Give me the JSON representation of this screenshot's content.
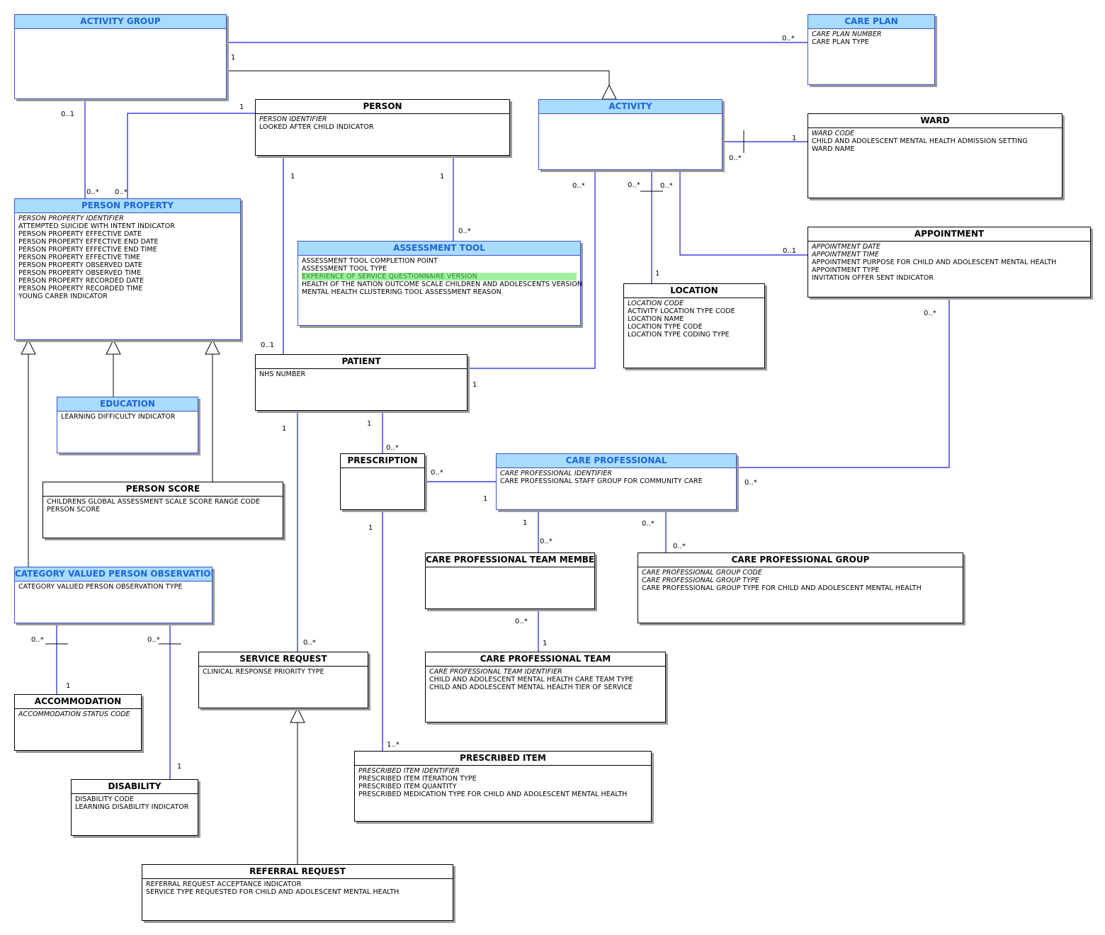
{
  "entities": {
    "activity_group": {
      "name": "ACTIVITY GROUP",
      "attributes": []
    },
    "care_plan": {
      "name": "CARE PLAN",
      "attributes": [
        {
          "text": "CARE PLAN NUMBER",
          "key": true
        },
        {
          "text": "CARE PLAN TYPE"
        }
      ]
    },
    "person": {
      "name": "PERSON",
      "attributes": [
        {
          "text": "PERSON IDENTIFIER",
          "key": true
        },
        {
          "text": "LOOKED AFTER CHILD INDICATOR"
        }
      ]
    },
    "activity": {
      "name": "ACTIVITY",
      "attributes": []
    },
    "ward": {
      "name": "WARD",
      "attributes": [
        {
          "text": "WARD CODE",
          "key": true
        },
        {
          "text": "CHILD AND ADOLESCENT MENTAL HEALTH ADMISSION SETTING"
        },
        {
          "text": "WARD NAME"
        }
      ]
    },
    "person_property": {
      "name": "PERSON PROPERTY",
      "attributes": [
        {
          "text": "PERSON PROPERTY IDENTIFIER",
          "key": true
        },
        {
          "text": "ATTEMPTED SUICIDE WITH INTENT INDICATOR"
        },
        {
          "text": "PERSON PROPERTY EFFECTIVE DATE"
        },
        {
          "text": "PERSON PROPERTY EFFECTIVE END DATE"
        },
        {
          "text": "PERSON PROPERTY EFFECTIVE END TIME"
        },
        {
          "text": "PERSON PROPERTY EFFECTIVE TIME"
        },
        {
          "text": "PERSON PROPERTY OBSERVED DATE"
        },
        {
          "text": "PERSON PROPERTY OBSERVED TIME"
        },
        {
          "text": "PERSON PROPERTY RECORDED DATE"
        },
        {
          "text": "PERSON PROPERTY RECORDED TIME"
        },
        {
          "text": "YOUNG CARER INDICATOR"
        }
      ]
    },
    "assessment_tool": {
      "name": "ASSESSMENT TOOL",
      "attributes": [
        {
          "text": "ASSESSMENT TOOL COMPLETION POINT"
        },
        {
          "text": "ASSESSMENT TOOL TYPE"
        },
        {
          "text": "EXPERIENCE OF SERVICE QUESTIONNAIRE VERSION",
          "highlight": true
        },
        {
          "text": "HEALTH OF THE NATION OUTCOME SCALE CHILDREN AND ADOLESCENTS VERSION"
        },
        {
          "text": "MENTAL HEALTH CLUSTERING TOOL ASSESSMENT REASON"
        }
      ]
    },
    "appointment": {
      "name": "APPOINTMENT",
      "attributes": [
        {
          "text": "APPOINTMENT DATE",
          "key": true
        },
        {
          "text": "APPOINTMENT TIME",
          "key": true
        },
        {
          "text": "APPOINTMENT PURPOSE FOR CHILD AND ADOLESCENT MENTAL HEALTH"
        },
        {
          "text": "APPOINTMENT TYPE"
        },
        {
          "text": "INVITATION OFFER SENT INDICATOR"
        }
      ]
    },
    "location": {
      "name": "LOCATION",
      "attributes": [
        {
          "text": "LOCATION CODE",
          "key": true
        },
        {
          "text": "ACTIVITY LOCATION TYPE CODE"
        },
        {
          "text": "LOCATION NAME"
        },
        {
          "text": "LOCATION TYPE CODE"
        },
        {
          "text": "LOCATION TYPE CODING TYPE"
        }
      ]
    },
    "patient": {
      "name": "PATIENT",
      "attributes": [
        {
          "text": "NHS NUMBER"
        }
      ]
    },
    "education": {
      "name": "EDUCATION",
      "attributes": [
        {
          "text": "LEARNING DIFFICULTY INDICATOR"
        }
      ]
    },
    "prescription": {
      "name": "PRESCRIPTION",
      "attributes": []
    },
    "care_professional": {
      "name": "CARE PROFESSIONAL",
      "attributes": [
        {
          "text": "CARE PROFESSIONAL IDENTIFIER",
          "key": true
        },
        {
          "text": "CARE PROFESSIONAL STAFF GROUP FOR COMMUNITY CARE"
        }
      ]
    },
    "person_score": {
      "name": "PERSON SCORE",
      "attributes": [
        {
          "text": "CHILDRENS GLOBAL ASSESSMENT SCALE SCORE RANGE CODE"
        },
        {
          "text": "PERSON SCORE"
        }
      ]
    },
    "care_professional_team_member": {
      "name": "CARE PROFESSIONAL TEAM MEMBER",
      "attributes": []
    },
    "care_professional_group": {
      "name": "CARE PROFESSIONAL GROUP",
      "attributes": [
        {
          "text": "CARE PROFESSIONAL GROUP CODE",
          "key": true
        },
        {
          "text": "CARE PROFESSIONAL GROUP TYPE",
          "key": true
        },
        {
          "text": "CARE PROFESSIONAL GROUP TYPE FOR CHILD AND ADOLESCENT MENTAL HEALTH"
        }
      ]
    },
    "category_valued_person_observation": {
      "name": "CATEGORY VALUED PERSON OBSERVATION",
      "attributes": [
        {
          "text": "CATEGORY VALUED PERSON OBSERVATION TYPE"
        }
      ]
    },
    "service_request": {
      "name": "SERVICE REQUEST",
      "attributes": [
        {
          "text": "CLINICAL RESPONSE PRIORITY TYPE"
        }
      ]
    },
    "care_professional_team": {
      "name": "CARE PROFESSIONAL TEAM",
      "attributes": [
        {
          "text": "CARE PROFESSIONAL TEAM IDENTIFIER",
          "key": true
        },
        {
          "text": "CHILD AND ADOLESCENT MENTAL HEALTH CARE TEAM TYPE"
        },
        {
          "text": "CHILD AND ADOLESCENT MENTAL HEALTH TIER OF SERVICE"
        }
      ]
    },
    "accommodation": {
      "name": "ACCOMMODATION",
      "attributes": [
        {
          "text": "ACCOMMODATION STATUS CODE",
          "key": true
        }
      ]
    },
    "prescribed_item": {
      "name": "PRESCRIBED ITEM",
      "attributes": [
        {
          "text": "PRESCRIBED ITEM IDENTIFIER",
          "key": true
        },
        {
          "text": "PRESCRIBED ITEM ITERATION TYPE"
        },
        {
          "text": "PRESCRIBED ITEM QUANTITY"
        },
        {
          "text": "PRESCRIBED MEDICATION TYPE FOR CHILD AND ADOLESCENT MENTAL HEALTH"
        }
      ]
    },
    "disability": {
      "name": "DISABILITY",
      "attributes": [
        {
          "text": "DISABILITY CODE"
        },
        {
          "text": "LEARNING DISABILITY INDICATOR"
        }
      ]
    },
    "referral_request": {
      "name": "REFERRAL REQUEST",
      "attributes": [
        {
          "text": "REFERRAL REQUEST ACCEPTANCE INDICATOR"
        },
        {
          "text": "SERVICE TYPE REQUESTED FOR CHILD AND ADOLESCENT MENTAL HEALTH"
        }
      ]
    }
  },
  "relationships": [
    {
      "from": "activity_group",
      "to": "care_plan",
      "from_card": "1",
      "to_card": "0..*"
    },
    {
      "from": "activity_group",
      "to": "activity",
      "kind": "generalization"
    },
    {
      "from": "activity_group",
      "to": "person_property",
      "from_card": "0..1",
      "to_card": "0..*"
    },
    {
      "from": "person",
      "to": "person_property",
      "from_card": "1",
      "to_card": "0..*"
    },
    {
      "from": "person",
      "to": "patient",
      "from_card": "1",
      "to_card": "0..1"
    },
    {
      "from": "person",
      "to": "assessment_tool",
      "from_card": "1",
      "to_card": "0..*"
    },
    {
      "from": "activity",
      "to": "ward",
      "from_card": "0..*",
      "to_card": "1"
    },
    {
      "from": "activity",
      "to": "patient",
      "from_card": "0..*",
      "to_card": "1"
    },
    {
      "from": "activity",
      "to": "location",
      "from_card": "0..*",
      "to_card": "1"
    },
    {
      "from": "activity",
      "to": "appointment",
      "from_card": "0..*",
      "to_card": "0..1"
    },
    {
      "from": "appointment",
      "to": "care_professional",
      "from_card": "0..*",
      "to_card": "0..*"
    },
    {
      "from": "patient",
      "to": "prescription",
      "from_card": "1",
      "to_card": "0..*"
    },
    {
      "from": "patient",
      "to": "service_request",
      "from_card": "1",
      "to_card": "0..*"
    },
    {
      "from": "prescription",
      "to": "care_professional",
      "from_card": "0..*",
      "to_card": "1"
    },
    {
      "from": "prescription",
      "to": "prescribed_item",
      "from_card": "1",
      "to_card": "1..*"
    },
    {
      "from": "care_professional",
      "to": "care_professional_team_member",
      "from_card": "1",
      "to_card": "0..*"
    },
    {
      "from": "care_professional",
      "to": "care_professional_group",
      "from_card": "0..*",
      "to_card": "0..*"
    },
    {
      "from": "care_professional_team_member",
      "to": "care_professional_team",
      "from_card": "0..*",
      "to_card": "1"
    },
    {
      "from": "category_valued_person_observation",
      "to": "accommodation",
      "from_card": "0..*",
      "to_card": "1"
    },
    {
      "from": "category_valued_person_observation",
      "to": "disability",
      "from_card": "0..*",
      "to_card": "1"
    },
    {
      "from": "education",
      "to": "person_property",
      "kind": "generalization"
    },
    {
      "from": "person_score",
      "to": "person_property",
      "kind": "generalization"
    },
    {
      "from": "category_valued_person_observation",
      "to": "person_property",
      "kind": "generalization"
    },
    {
      "from": "referral_request",
      "to": "service_request",
      "kind": "generalization"
    }
  ]
}
